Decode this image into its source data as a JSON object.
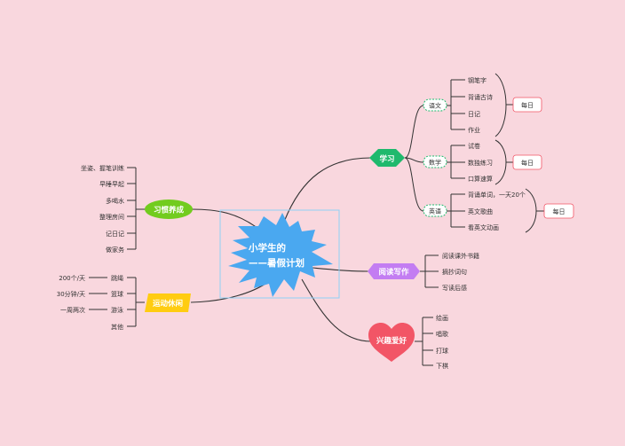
{
  "center": {
    "line1": "小学生的",
    "line2": "——暑假计划"
  },
  "study": {
    "label": "学习",
    "chinese": {
      "label": "语文",
      "items": [
        "钢笔字",
        "背诵古诗",
        "日记",
        "作业"
      ],
      "freq": "每日"
    },
    "math": {
      "label": "数学",
      "items": [
        "试卷",
        "数独练习",
        "口算速算"
      ],
      "freq": "每日"
    },
    "english": {
      "label": "英语",
      "items": [
        "背诵单词，一天20个",
        "英文歌曲",
        "看英文动画"
      ],
      "freq": "每日"
    }
  },
  "reading": {
    "label": "阅读写作",
    "items": [
      "阅读课外书籍",
      "摘抄词句",
      "写读后感"
    ]
  },
  "hobby": {
    "label": "兴趣爱好",
    "items": [
      "绘画",
      "唱歌",
      "打球",
      "下棋"
    ]
  },
  "habit": {
    "label": "习惯养成",
    "items": [
      "坐姿、握笔训练",
      "早睡早起",
      "多喝水",
      "整理房间",
      "记日记",
      "做家务"
    ]
  },
  "sport": {
    "label": "运动休闲",
    "items": [
      "跳绳",
      "篮球",
      "游泳",
      "其他"
    ],
    "notes": [
      "200个/天",
      "30分钟/天",
      "一周两次"
    ]
  },
  "colors": {
    "background": "#f9d7de",
    "study": "#1fb96d",
    "reading": "#c37df2",
    "hobby": "#f25566",
    "habit": "#72cc1e",
    "sport": "#ffcc11",
    "center": "#4aa8f0"
  }
}
